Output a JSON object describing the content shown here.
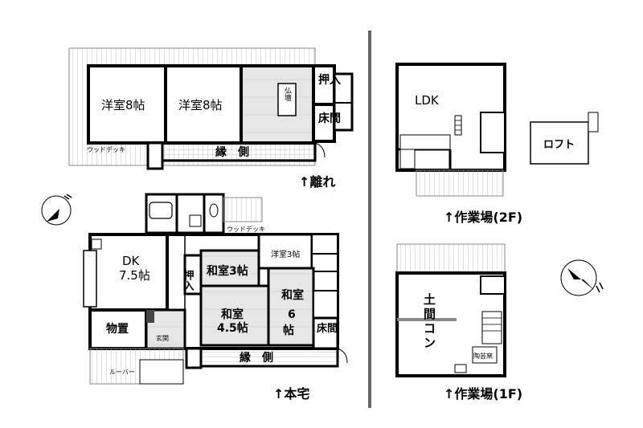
{
  "hanare": {
    "caption": "↑離れ",
    "rooms": {
      "yoshitsu_a": "洋室8帖",
      "yoshitsu_b": "洋室8帖",
      "butsudan": "仏壇",
      "oshiire": "押入",
      "tokonoma": "床間",
      "engawa": "縁　側",
      "wood_deck": "ウッドデッキ"
    }
  },
  "honsha": {
    "caption": "↑本宅",
    "rooms": {
      "dk": "DK",
      "dk_size": "7.5帖",
      "washitsu3": "和室3帖",
      "oshiire": "押入",
      "yoshitsu3": "洋室3帖",
      "washitsu45_a": "和室",
      "washitsu45_b": "4.5帖",
      "washitsu6_a": "和室",
      "washitsu6_b": "6",
      "washitsu6_c": "帖",
      "tokonoma": "床間",
      "monooki": "物置",
      "genkan": "玄関",
      "engawa": "縁　側",
      "louver": "ルーバー",
      "wood_deck": "ウッドデッキ"
    }
  },
  "workshop_2f": {
    "caption": "↑作業場(2F)",
    "ldk": "LDK",
    "loft": "ロフト"
  },
  "workshop_1f": {
    "caption": "↑作業場(1F)",
    "doma_a": "土",
    "doma_b": "間",
    "doma_c": "コ",
    "doma_d": "ン",
    "kiln": "陶芸窯"
  },
  "colors": {
    "wall": "#000000",
    "tatami": "#e4e4e4",
    "floor": "#ffffff",
    "deck_line": "#9a9a9a",
    "divider": "#666666"
  },
  "icons": {
    "compass_left": "north-arrow-icon",
    "compass_right": "north-arrow-icon"
  }
}
